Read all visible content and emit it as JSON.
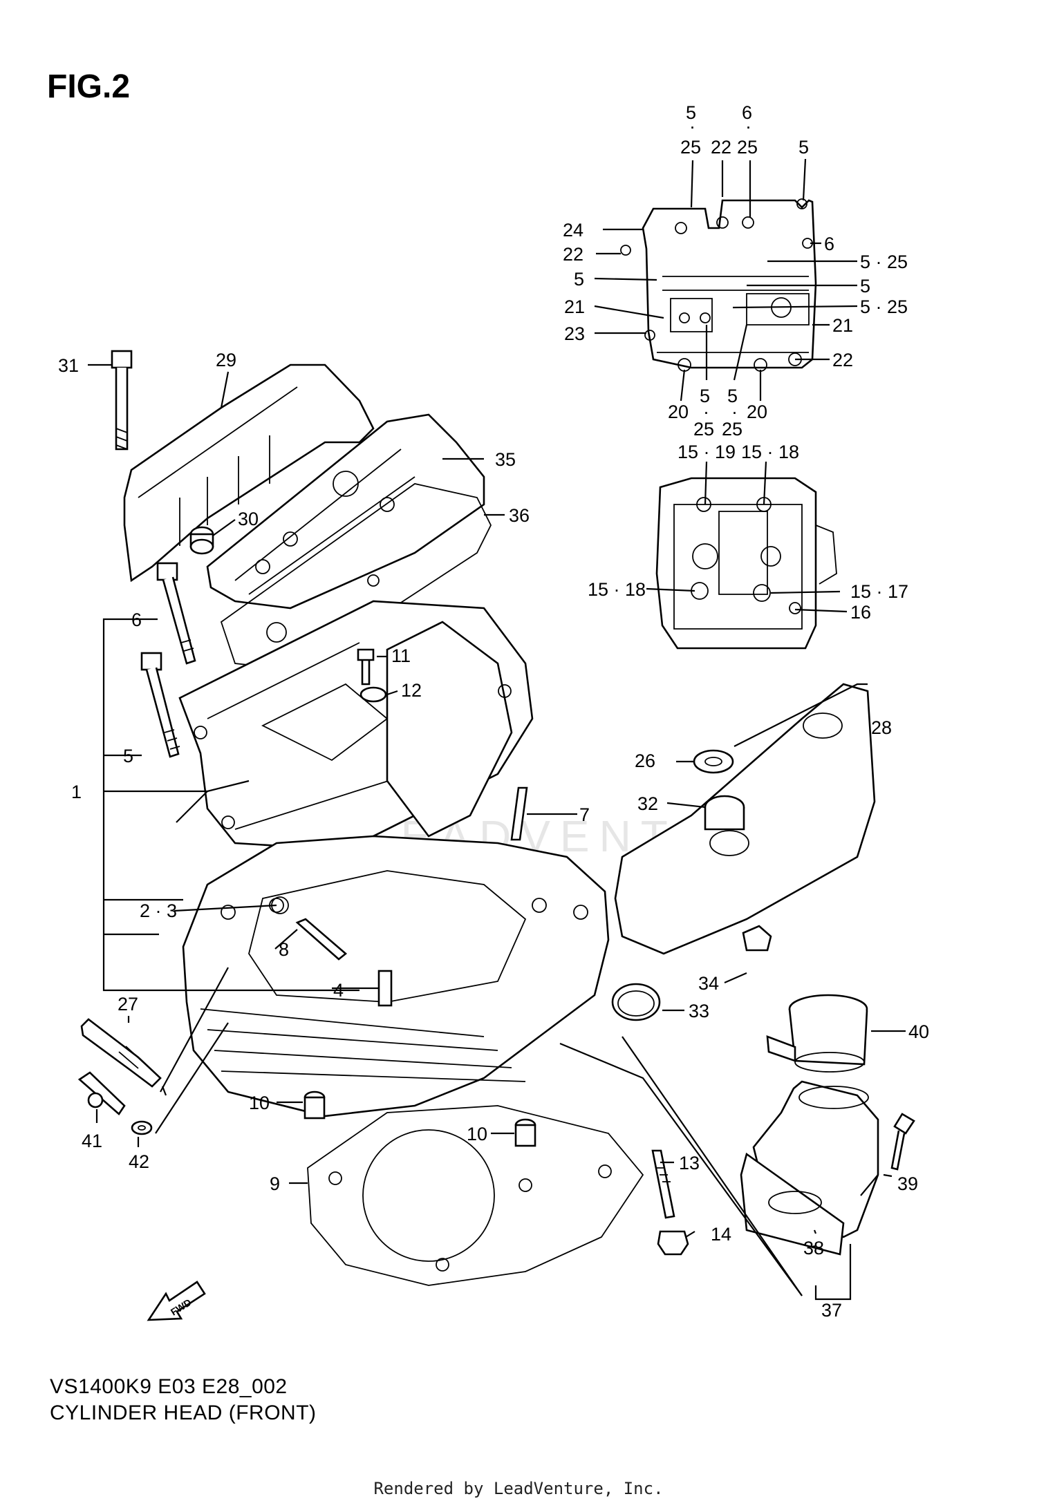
{
  "figure": {
    "title": "FIG.2",
    "model_code": "VS1400K9 E03 E28_002",
    "caption": "CYLINDER HEAD (FRONT)",
    "footer": "Rendered by LeadVenture, Inc.",
    "watermark": "LEADVENTURE",
    "fwd_label": "FWD"
  },
  "callouts": [
    {
      "id": "c-5-top",
      "text": "5"
    },
    {
      "id": "c-25-a",
      "text": "25"
    },
    {
      "id": "c-22-top",
      "text": "22"
    },
    {
      "id": "c-6-top",
      "text": "6"
    },
    {
      "id": "c-25-b",
      "text": "25"
    },
    {
      "id": "c-5-right",
      "text": "5"
    },
    {
      "id": "c-24",
      "text": "24"
    },
    {
      "id": "c-6-right",
      "text": "6"
    },
    {
      "id": "c-22-left",
      "text": "22"
    },
    {
      "id": "c-5-25-a",
      "text": "5 · 25"
    },
    {
      "id": "c-5-left",
      "text": "5"
    },
    {
      "id": "c-5-mid",
      "text": "5"
    },
    {
      "id": "c-21-left",
      "text": "21"
    },
    {
      "id": "c-5-25-b",
      "text": "5 · 25"
    },
    {
      "id": "c-23",
      "text": "23"
    },
    {
      "id": "c-21-right",
      "text": "21"
    },
    {
      "id": "c-22-right",
      "text": "22"
    },
    {
      "id": "c-5-bot-a",
      "text": "5"
    },
    {
      "id": "c-5-bot-b",
      "text": "5"
    },
    {
      "id": "c-20-a",
      "text": "20"
    },
    {
      "id": "c-20-b",
      "text": "20"
    },
    {
      "id": "c-25-bot-a",
      "text": "25"
    },
    {
      "id": "c-25-bot-b",
      "text": "25"
    },
    {
      "id": "c-15-19",
      "text": "15 · 19"
    },
    {
      "id": "c-15-18-top",
      "text": "15 · 18"
    },
    {
      "id": "c-15-18-left",
      "text": "15 · 18"
    },
    {
      "id": "c-15-17",
      "text": "15 · 17"
    },
    {
      "id": "c-16",
      "text": "16"
    },
    {
      "id": "c-31",
      "text": "31"
    },
    {
      "id": "c-29",
      "text": "29"
    },
    {
      "id": "c-35",
      "text": "35"
    },
    {
      "id": "c-36",
      "text": "36"
    },
    {
      "id": "c-30",
      "text": "30"
    },
    {
      "id": "c-6-bolt",
      "text": "6"
    },
    {
      "id": "c-11",
      "text": "11"
    },
    {
      "id": "c-12",
      "text": "12"
    },
    {
      "id": "c-5-bolt",
      "text": "5"
    },
    {
      "id": "c-28",
      "text": "28"
    },
    {
      "id": "c-26",
      "text": "26"
    },
    {
      "id": "c-1",
      "text": "1"
    },
    {
      "id": "c-7",
      "text": "7"
    },
    {
      "id": "c-32",
      "text": "32"
    },
    {
      "id": "c-2-3",
      "text": "2 · 3"
    },
    {
      "id": "c-8",
      "text": "8"
    },
    {
      "id": "c-34",
      "text": "34"
    },
    {
      "id": "c-4",
      "text": "4"
    },
    {
      "id": "c-33",
      "text": "33"
    },
    {
      "id": "c-27",
      "text": "27"
    },
    {
      "id": "c-40",
      "text": "40"
    },
    {
      "id": "c-10-a",
      "text": "10"
    },
    {
      "id": "c-41",
      "text": "41"
    },
    {
      "id": "c-42",
      "text": "42"
    },
    {
      "id": "c-10-b",
      "text": "10"
    },
    {
      "id": "c-13",
      "text": "13"
    },
    {
      "id": "c-39",
      "text": "39"
    },
    {
      "id": "c-9",
      "text": "9"
    },
    {
      "id": "c-14",
      "text": "14"
    },
    {
      "id": "c-38",
      "text": "38"
    },
    {
      "id": "c-37",
      "text": "37"
    }
  ]
}
